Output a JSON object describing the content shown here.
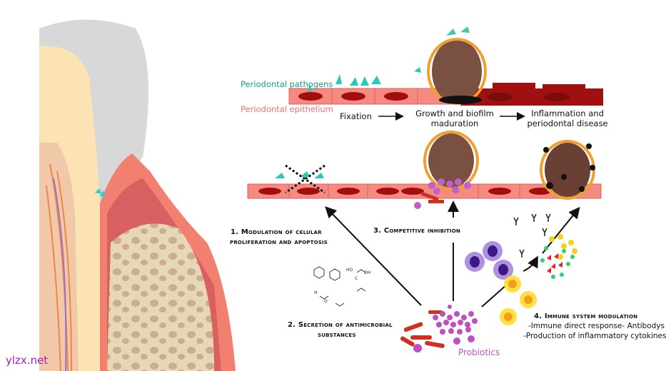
{
  "labels": {
    "pathogens": "Periodontal pathogens",
    "epithelium": "Periodontal epithelium",
    "fixation": "Fixation",
    "growth": "Growth and biofilm maduration",
    "inflammation": "Inflammation and periodontal disease",
    "mech1_line1": "1. Modulation of  celular",
    "mech1_line2": "proliferation and apoptosis",
    "mech2_line1": "2. Secretion of antimicrobial",
    "mech2_line2": "substances",
    "mech3": "3. Competitive inhibition",
    "mech4_title": "4. Immune system modulation",
    "mech4_item1": "-Immune direct response- Antibodys",
    "mech4_item2": "-Production of inflammatory cytokines",
    "probiotics": "Probiotics",
    "chem_labels": [
      "HO",
      "OH",
      "C",
      "O",
      "H"
    ]
  },
  "watermark": "ylzx.net",
  "colors": {
    "pathogen": "#1a9a8a",
    "epithelium": "#f07070",
    "cell": "#f48a80",
    "nucleus": "#a30d0d",
    "inflamed": "#a01010",
    "probiotic": "#c050c0",
    "watermark": "#a020c0"
  }
}
